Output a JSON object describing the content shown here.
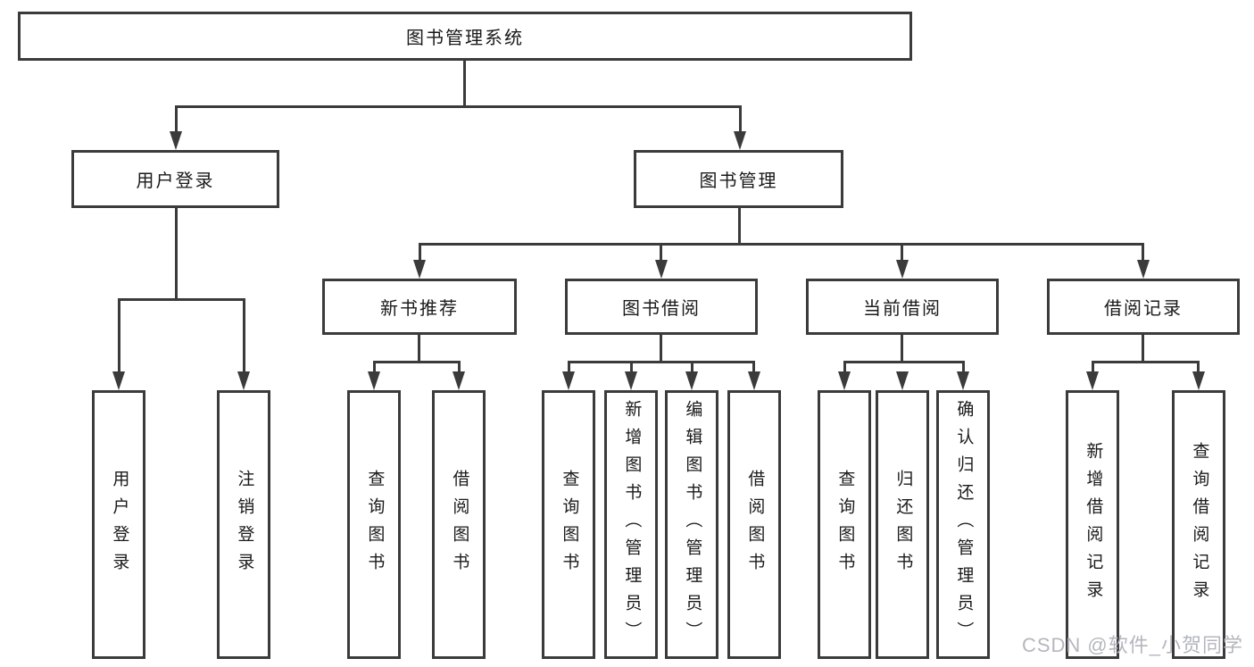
{
  "diagram_type": "hierarchy-tree",
  "colors": {
    "line": "#3b3b3b",
    "border": "#3b3b3b",
    "text": "#1a1a1a",
    "background": "#ffffff",
    "watermark": "#b3b7bd"
  },
  "tree": {
    "root": {
      "label": "图书管理系统"
    },
    "children": [
      {
        "label": "用户登录",
        "children": [
          {
            "label": "用户登录"
          },
          {
            "label": "注销登录"
          }
        ]
      },
      {
        "label": "图书管理",
        "children": [
          {
            "label": "新书推荐",
            "children": [
              {
                "label": "查询图书"
              },
              {
                "label": "借阅图书"
              }
            ]
          },
          {
            "label": "图书借阅",
            "children": [
              {
                "label": "查询图书"
              },
              {
                "label": "新增图书（管理员）"
              },
              {
                "label": "编辑图书（管理员）"
              },
              {
                "label": "借阅图书"
              }
            ]
          },
          {
            "label": "当前借阅",
            "children": [
              {
                "label": "查询图书"
              },
              {
                "label": "归还图书"
              },
              {
                "label": "确认归还（管理员）"
              }
            ]
          },
          {
            "label": "借阅记录",
            "children": [
              {
                "label": "新增借阅记录"
              },
              {
                "label": "查询借阅记录"
              }
            ]
          }
        ]
      }
    ]
  },
  "watermark": "CSDN @软件_小贺同学"
}
